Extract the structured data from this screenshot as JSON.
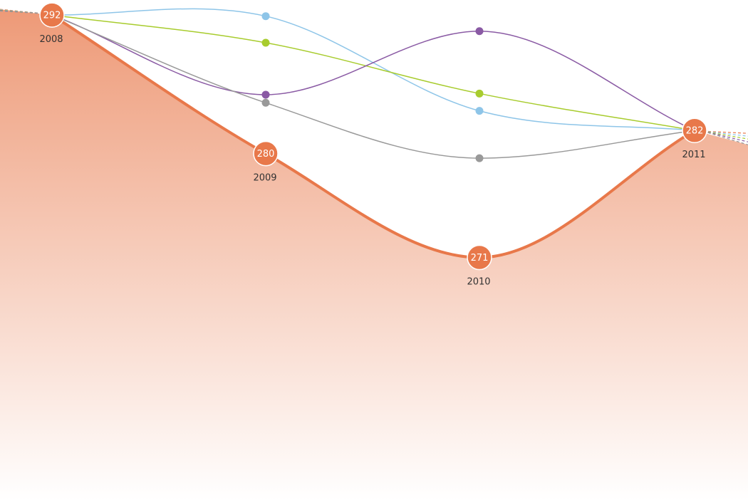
{
  "chart_data": {
    "type": "line",
    "x": [
      "2008",
      "2009",
      "2010",
      "2011"
    ],
    "main_series": {
      "values": [
        292,
        280,
        271,
        282
      ],
      "color": "#e8784a",
      "area_fill": true
    },
    "comparison_series": [
      {
        "color": "#8ec5e8",
        "values": [
          292,
          291.9,
          283.7,
          282
        ]
      },
      {
        "color": "#a8cc2e",
        "values": [
          292,
          289.6,
          285.2,
          282
        ]
      },
      {
        "color": "#8a5aa4",
        "values": [
          292,
          285.1,
          290.6,
          282
        ]
      },
      {
        "color": "#999999",
        "values": [
          292,
          284.4,
          279.6,
          282
        ]
      }
    ],
    "ylim": [
      250,
      293.3
    ],
    "grid": false,
    "legend": "none",
    "title": "",
    "xlabel": "",
    "ylabel": ""
  }
}
